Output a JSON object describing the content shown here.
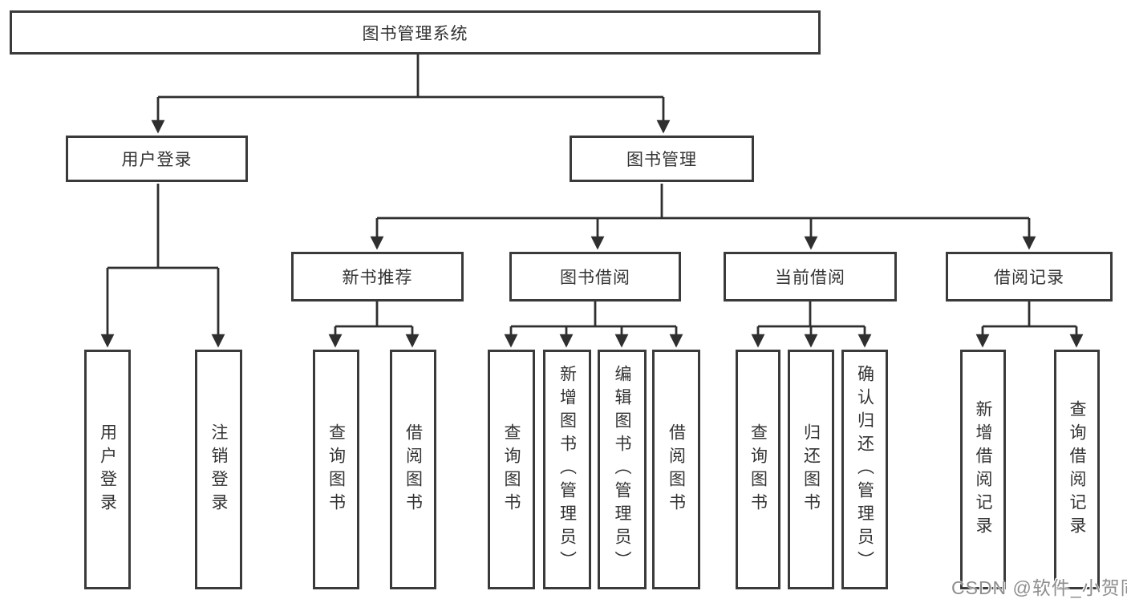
{
  "diagram_title": "图书管理系统",
  "diagram_type": "functional-structure-tree",
  "colors": {
    "background": "#ffffff",
    "box_border": "#3a3a3a",
    "connector_line": "#2f2f2f",
    "text": "#333333",
    "watermark_text": "#8e8e8e"
  },
  "tree": {
    "label": "图书管理系统",
    "children": [
      {
        "label": "用户登录",
        "children": [
          {
            "label": "用户登录"
          },
          {
            "label": "注销登录"
          }
        ]
      },
      {
        "label": "图书管理",
        "children": [
          {
            "label": "新书推荐",
            "children": [
              {
                "label": "查询图书"
              },
              {
                "label": "借阅图书"
              }
            ]
          },
          {
            "label": "图书借阅",
            "children": [
              {
                "label": "查询图书"
              },
              {
                "label": "新增图书（管理员）"
              },
              {
                "label": "编辑图书（管理员）"
              },
              {
                "label": "借阅图书"
              }
            ]
          },
          {
            "label": "当前借阅",
            "children": [
              {
                "label": "查询图书"
              },
              {
                "label": "归还图书"
              },
              {
                "label": "确认归还（管理员）"
              }
            ]
          },
          {
            "label": "借阅记录",
            "children": [
              {
                "label": "新增借阅记录"
              },
              {
                "label": "查询借阅记录"
              }
            ]
          }
        ]
      }
    ]
  },
  "watermark": "CSDN @软件_小贺同学"
}
